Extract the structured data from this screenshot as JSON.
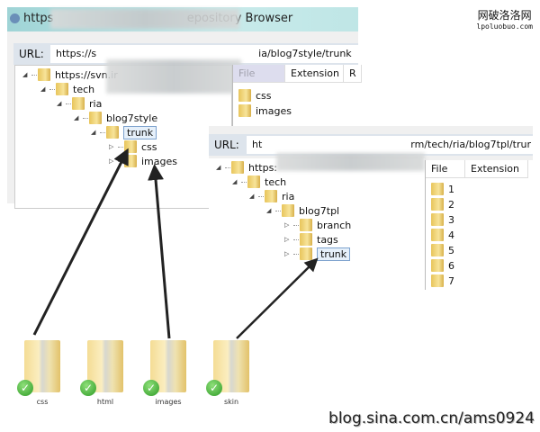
{
  "window1": {
    "title_prefix": "https",
    "title_suffix": "epository Browser",
    "url_label": "URL:",
    "url_start": "https://s",
    "url_end": "ia/blog7style/trunk",
    "tree": [
      "https://svn.ir",
      "tech",
      "ria",
      "blog7style",
      "trunk",
      "css",
      "images"
    ],
    "columns": [
      "File",
      "Extension",
      "R"
    ],
    "files": [
      "css",
      "images"
    ]
  },
  "window2": {
    "url_label": "URL:",
    "url_start": "ht",
    "url_end": "rm/tech/ria/blog7tpl/trur",
    "tree": [
      "https:",
      "tech",
      "ria",
      "blog7tpl",
      "branch",
      "tags",
      "trunk"
    ],
    "columns": [
      "File",
      "Extension"
    ],
    "files": [
      "1",
      "2",
      "3",
      "4",
      "5",
      "6",
      "7"
    ]
  },
  "local_folders": [
    "css",
    "html",
    "images",
    "skin"
  ],
  "watermark": {
    "cn": "网破洛洛网",
    "en": "lpoluobuo.com"
  },
  "credit": "blog.sina.com.cn/ams0924"
}
